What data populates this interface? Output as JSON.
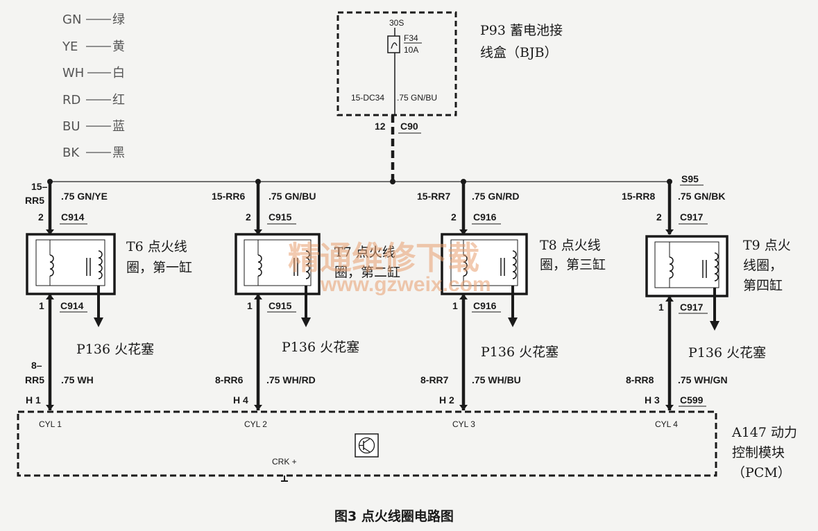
{
  "legend": [
    {
      "code": "GN",
      "color": "绿"
    },
    {
      "code": "YE",
      "color": "黄"
    },
    {
      "code": "WH",
      "color": "白"
    },
    {
      "code": "RD",
      "color": "红"
    },
    {
      "code": "BU",
      "color": "蓝"
    },
    {
      "code": "BK",
      "color": "黑"
    }
  ],
  "bjb": {
    "title_line1": "P93  蓄电池接",
    "title_line2": "线盒（BJB）",
    "fuse_terminal": "30S",
    "fuse_name": "F34",
    "fuse_rating": "10A",
    "circuit": "15-DC34",
    "wire": ".75 GN/BU",
    "pin": "12",
    "connector": "C90"
  },
  "splice": "S95",
  "coils": [
    {
      "title1": "T6  点火线",
      "title2": "圈，第一缸",
      "top_circuit": "15-RR5",
      "top_wire": ".75 GN/YE",
      "top_pin": "2",
      "top_conn": "C914",
      "bot_pin": "1",
      "bot_conn": "C914",
      "spark": "P136  火花塞",
      "pcm_circuit": "8-RR5",
      "pcm_wire": ".75 WH",
      "pcm_pin": "H 1",
      "cyl": "CYL 1"
    },
    {
      "title1": "T7  点火线",
      "title2": "圈，第二缸",
      "top_circuit": "15-RR6",
      "top_wire": ".75 GN/BU",
      "top_pin": "2",
      "top_conn": "C915",
      "bot_pin": "1",
      "bot_conn": "C915",
      "spark": "P136  火花塞",
      "pcm_circuit": "8-RR6",
      "pcm_wire": ".75 WH/RD",
      "pcm_pin": "H 4",
      "cyl": "CYL 2"
    },
    {
      "title1": "T8  点火线",
      "title2": "圈，第三缸",
      "top_circuit": "15-RR7",
      "top_wire": ".75 GN/RD",
      "top_pin": "2",
      "top_conn": "C916",
      "bot_pin": "1",
      "bot_conn": "C916",
      "spark": "P136  火花塞",
      "pcm_circuit": "8-RR7",
      "pcm_wire": ".75 WH/BU",
      "pcm_pin": "H 2",
      "cyl": "CYL 3"
    },
    {
      "title1": "T9  点火",
      "title2": "线圈，",
      "title3": "第四缸",
      "top_circuit": "15-RR8",
      "top_wire": ".75 GN/BK",
      "top_pin": "2",
      "top_conn": "C917",
      "bot_pin": "1",
      "bot_conn": "C917",
      "spark": "P136  火花塞",
      "pcm_circuit": "8-RR8",
      "pcm_wire": ".75 WH/GN",
      "pcm_pin": "H 3",
      "cyl": "CYL 4"
    }
  ],
  "pcm": {
    "title1": "A147  动力",
    "title2": "控制模块",
    "title3": "（PCM）",
    "crk": "CRK +",
    "connector": "C599"
  },
  "watermark": {
    "cn": "精通维修下载",
    "url": "www.gzweix.com"
  },
  "caption": "图3  点火线圈电路图"
}
